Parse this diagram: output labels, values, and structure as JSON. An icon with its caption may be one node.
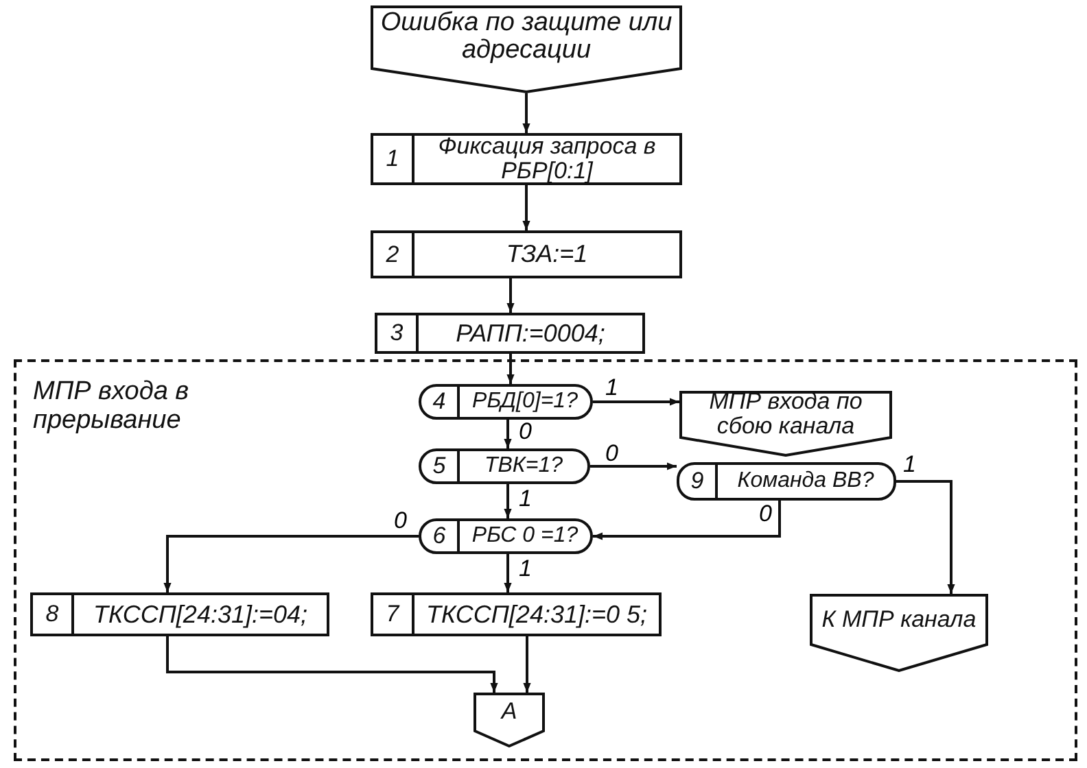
{
  "diagram": {
    "nodes": [
      {
        "text": [
          "Ошибка по защите или адресации"
        ]
      },
      {
        "text": [
          "1",
          "Фиксация запроса в РБР[0:1]"
        ]
      },
      {
        "text": [
          "2",
          "ТЗА:=1"
        ]
      },
      {
        "text": [
          "3",
          "РАПП:=0004;"
        ]
      },
      {
        "text": [
          "МПР входа в прерывание"
        ]
      },
      {
        "text": [
          "4",
          "РБД[0]=1?"
        ],
        "in": 4
      },
      {
        "text": [
          "МПР входа по сбою канала"
        ],
        "in": 4
      },
      {
        "text": [
          "5",
          "ТВК=1?"
        ],
        "in": 4
      },
      {
        "text": [
          "9",
          "Команда ВВ?"
        ],
        "in": 4
      },
      {
        "text": [
          "6",
          "РБС 0 =1?"
        ],
        "in": 4
      },
      {
        "text": [
          "8",
          "ТКССП[24:31]:=04;"
        ],
        "in": 4
      },
      {
        "text": [
          "7",
          "ТКССП[24:31]:=0 5;"
        ],
        "in": 4
      },
      {
        "text": [
          "К МПР канала"
        ],
        "in": 4
      },
      {
        "text": [
          "А"
        ],
        "in": 4
      }
    ],
    "edges": [
      {
        "from": 0,
        "to": 1,
        "arrow": "to"
      },
      {
        "from": 1,
        "to": 2,
        "arrow": "to"
      },
      {
        "from": 2,
        "to": 3,
        "arrow": "to"
      },
      {
        "from": 3,
        "to": 5,
        "arrow": "to"
      },
      {
        "from": 5,
        "to": 6,
        "arrow": "to",
        "label": "1"
      },
      {
        "from": 5,
        "to": 7,
        "arrow": "to",
        "label": "0"
      },
      {
        "from": 7,
        "to": 8,
        "arrow": "to",
        "label": "0"
      },
      {
        "from": 7,
        "to": 9,
        "arrow": "to",
        "label": "1"
      },
      {
        "from": 8,
        "to": 9,
        "arrow": "to",
        "label": "0"
      },
      {
        "from": 8,
        "to": 12,
        "arrow": "to",
        "label": "1"
      },
      {
        "from": 9,
        "to": 10,
        "arrow": "to",
        "label": "0"
      },
      {
        "from": 9,
        "to": 11,
        "arrow": "to",
        "label": "1"
      },
      {
        "from": 10,
        "to": 13,
        "arrow": "to"
      },
      {
        "from": 11,
        "to": 13,
        "arrow": "to"
      }
    ]
  }
}
